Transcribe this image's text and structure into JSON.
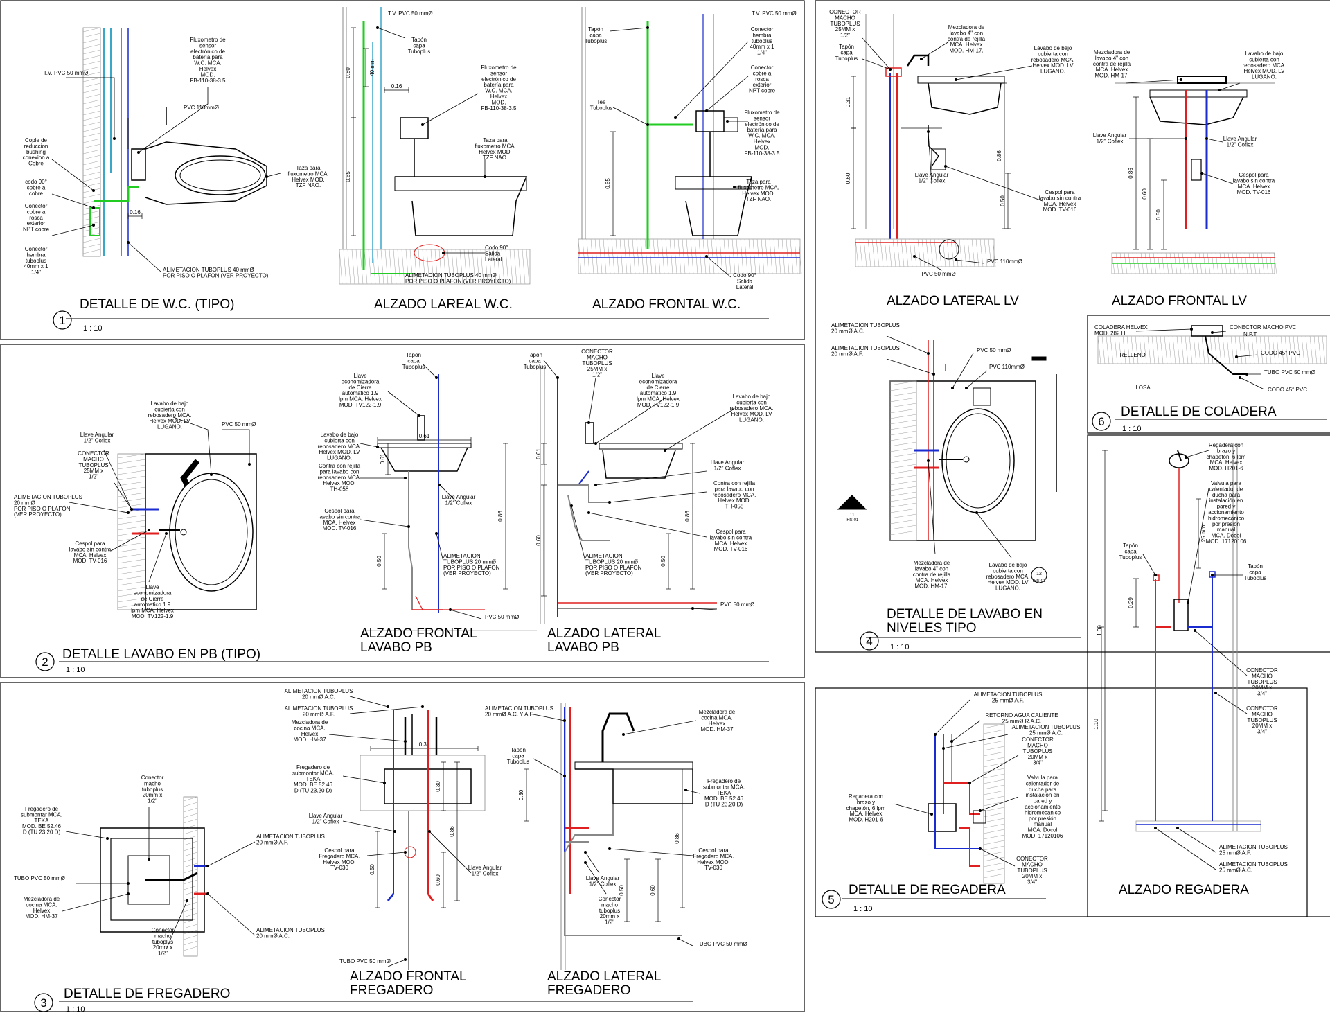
{
  "sections": [
    {
      "id": "p1",
      "num": "1",
      "scale": "1 : 10",
      "titles": [
        "DETALLE DE W.C. (TIPO)",
        "ALZADO LAREAL W.C.",
        "ALZADO FRONTAL W.C."
      ],
      "notes": [
        "T.V. PVC 50 mmØ",
        "PVC 110mmØ",
        "Fluxometro de|sensor|electrónico de|batería para|W.C. MCA.|Helvex|MOD.|FB-110-38-3.5",
        "Taza para|fluxometro MCA.|Helvex MOD.|TZF NAO.",
        "Cople de|reduccion|bushing|conexion a|Cobre",
        "codo 90°|cobre a|cobre",
        "Conector|cobre a|rosca|exterior|NPT cobre",
        "Conector|hembra|tuboplus|40mm x 1|1/4\"",
        "ALIMETACION TUBOPLUS 40 mmØ|POR PISO O PLAFON (VER PROYECTO)",
        "T.V. PVC 50 mmØ",
        "Tapón|capa|Tuboplus",
        "Fluxometro de|sensor|electrónico de|batería para|W.C. MCA.|Helvex|MOD.|FB-110-38-3.5",
        "Taza para|fluxometro MCA.|Helvex MOD.|TZF NAO.",
        "Codo 90°|Salida|Lateral",
        "ALIMETACION TUBOPLUS 40 mmØ|POR PISO O PLAFON (VER PROYECTO)",
        "Tapón|capa|Tuboplus",
        "Tee|Tuboplus",
        "T.V. PVC 50 mmØ",
        "Conector|hembra|tuboplus|40mm x 1|1/4\"",
        "Conector|cobre a|rosca|exterior|NPT cobre",
        "Fluxometro de|sensor|electrónico de|batería para|W.C. MCA.|Helvex|MOD.|FB-110-38-3.5",
        "Taza para|fluxometro MCA.|Helvex MOD.|TZF NAO.",
        "Codo 90°|Salida|Lateral"
      ],
      "dims": [
        "0.16",
        "0.16",
        "0.80",
        "0.65",
        "0.65",
        "40 mm",
        "0.16"
      ]
    },
    {
      "id": "p2",
      "num": "2",
      "scale": "1 : 10",
      "titles": [
        "DETALLE LAVABO EN PB (TIPO)",
        "ALZADO FRONTAL|LAVABO PB",
        "ALZADO LATERAL|LAVABO PB"
      ],
      "notes": [
        "Lavabo de bajo|cubierta con|rebosadero MCA.|Helvex MOD. LV|LUGANO.",
        "PVC 50 mmØ",
        "Llave Angular|1/2\" Coflex",
        "CONECTOR|MACHO|TUBOPLUS|25MM x|1/2\"",
        "ALIMETACION TUBOPLUS|20 mmØ|POR PISO O PLAFÓN|(VER PROYECTO)",
        "Cespol para|lavabo sin contra|MCA. Helvex|MOD. TV-016",
        "Llave|economizadora|de Cierre|automatico 1.9|lpm MCA. Helvex|MOD. TV122-1.9",
        "Tapón|capa|Tuboplus",
        "Llave|economizadora|de Cierre|automatico 1.9|lpm MCA. Helvex|MOD. TV122-1.9",
        "Lavabo de bajo|cubierta con|rebosadero MCA.|Helvex MOD. LV|LUGANO.",
        "Contra con rejilla|para lavabo con|rebosadero MCA.|Helvex MOD.|TH-058",
        "Cespol para|lavabo sin contra|MCA. Helvex|MOD. TV-016",
        "Llave Angular|1/2\" Coflex",
        "ALIMETACION|TUBOPLUS 20 mmØ|POR PISO O PLAFON|(VER PROYECTO)",
        "PVC 50 mmØ",
        "Tapón|capa|Tuboplus",
        "CONECTOR|MACHO|TUBOPLUS|25MM x|1/2\"",
        "Llave|economizadora|de Cierre|automatico 1.9|lpm MCA. Helvex|MOD. TV122-1.9",
        "Lavabo de bajo|cubierta con|rebosadero MCA.|Helvex MOD. LV|LUGANO.",
        "Llave Angular|1/2\" Coflex",
        "Contra con rejilla|para lavabo con|rebosadero MCA.|Helvex MOD.|TH-058",
        "Cespol para|lavabo sin contra|MCA. Helvex|MOD. TV-016",
        "ALIMETACION|TUBOPLUS 20 mmØ|POR PISO O PLAFON|(VER PROYECTO)",
        "PVC 50 mmØ"
      ],
      "dims": [
        "0.61",
        "0.86",
        "0.50",
        "0.61",
        "0.86",
        "0.60",
        "0.50"
      ]
    },
    {
      "id": "p3",
      "num": "3",
      "scale": "1 : 10",
      "titles": [
        "DETALLE DE FREGADERO",
        "ALZADO FRONTAL|FREGADERO",
        "ALZADO LATERAL|FREGADERO"
      ],
      "notes": [
        "Conector|macho|tuboplus|20mm x|1/2\"",
        "Fregadero de|submontar MCA.|TEKA|MOD. BE 52.46|D (TU 23.20 D)",
        "ALIMETACION TUBOPLUS|20 mmØ A.F.",
        "TUBO PVC 50 mmØ",
        "Mezcladora de|cocina MCA.|Helvex|MOD. HM-37",
        "Conector|macho|tuboplus|20mm x|1/2\"",
        "ALIMETACION TUBOPLUS|20 mmØ A.C.",
        "ALIMETACION TUBOPLUS|20 mmØ A.C.",
        "ALIMETACION TUBOPLUS|20 mmØ A.F.",
        "Mezcladora de|cocina MCA.|Helvex|MOD. HM-37",
        "Fregadero de|submontar MCA.|TEKA|MOD. BE 52.46|D (TU 23.20 D)",
        "Llave Angular|1/2\" Coflex",
        "Cespol para|Fregadero MCA.|Helvex MOD.|TV-030",
        "Llave Angular|1/2\" Coflex",
        "TUBO PVC 50 mmØ",
        "ALIMETACION TUBOPLUS|20 mmØ A.C. Y A.F.",
        "Tapón|capa|Tuboplus",
        "Mezcladora de|cocina MCA.|Helvex|MOD. HM-37",
        "Fregadero de|submontar MCA.|TEKA|MOD. BE 52.46|D (TU 23.20 D)",
        "Cespol para|Fregadero MCA.|Helvex MOD.|TV-030",
        "Llave Angular|1/2\" Coflex",
        "Conector|macho|tuboplus|20mm x|1/2\"",
        "TUBO PVC 50 mmØ"
      ],
      "dims": [
        "0.30",
        "0.86",
        "0.50",
        "0.60",
        "0.30",
        "0.86",
        "0.50",
        "0.60"
      ]
    },
    {
      "id": "p4a",
      "num": "",
      "titles": [
        "ALZADO LATERAL LV",
        "ALZADO FRONTAL LV"
      ],
      "notes": [
        "CONECTOR|MACHO|TUBOPLUS|25MM x|1/2\"",
        "Tapón|capa|Tuboplus",
        "Mezcladora de|lavabo 4\" con|contra de rejilla|MCA. Helvex|MOD. HM-17.",
        "Lavabo de bajo|cubierta con|rebosadero MCA.|Helvex MOD. LV|LUGANO.",
        "Llave Angular|1/2\" Coflex",
        "Cespol para|lavabo sin contra|MCA. Helvex|MOD. TV-016",
        "PVC 110mmØ",
        "PVC 50 mmØ",
        "Mezcladora de|lavabo 4\" con|contra de rejilla|MCA. Helvex|MOD. HM-17.",
        "Lavabo de bajo|cubierta con|rebosadero MCA.|Helvex MOD. LV|LUGANO.",
        "Llave Angular|1/2\" Coflex",
        "Llave Angular|1/2\" Coflex",
        "Cespol para|lavabo sin contra|MCA. Helvex|MOD. TV-016"
      ],
      "dims": [
        "0.31",
        "0.60",
        "0.86",
        "0.50",
        "0.86",
        "0.60",
        "0.50"
      ]
    },
    {
      "id": "p6",
      "num": "6",
      "scale": "1 : 10",
      "titles": [
        "DETALLE DE COLADERA"
      ],
      "notes": [
        "COLADERA HELVEX|MOD. 282 H",
        "CONECTOR MACHO PVC",
        "N.P.T.",
        "RELLENO",
        "CODO 45° PVC",
        "TUBO PVC 50 mmØ",
        "LOSA",
        "CODO 45° PVC"
      ],
      "dims": []
    },
    {
      "id": "p4",
      "num": "4",
      "scale": "1 : 10",
      "titles": [
        "DETALLE DE LAVABO  EN|NIVELES TIPO"
      ],
      "notes": [
        "ALIMETACION TUBOPLUS|20 mmØ A.C.",
        "ALIMETACION TUBOPLUS|20 mmØ A.F.",
        "PVC 50 mmØ",
        "PVC 110mmØ",
        "Mezcladora de|lavabo 4\" con|contra de rejilla|MCA. Helvex|MOD. HM-17.",
        "Lavabo de bajo|cubierta con|rebosadero MCA.|Helvex MOD. LV|LUGANO."
      ],
      "dims": [],
      "markers": [
        {
          "n": "11",
          "ref": "IHS-01"
        },
        {
          "n": "12",
          "ref": "IHS-01"
        }
      ]
    },
    {
      "id": "p5",
      "num": "5",
      "scale": "1 : 10",
      "titles": [
        "DETALLE DE REGADERA",
        "ALZADO REGADERA"
      ],
      "notes": [
        "ALIMETACION TUBOPLUS|25 mmØ A.F.",
        "RETORNO AGUA CALIENTE|25 mmØ R.A.C.",
        "ALIMETACION TUBOPLUS|25 mmØ A.C.",
        "CONECTOR|MACHO|TUBOPLUS|20MM x|3/4\"",
        "Valvula para|calentador de|ducha para|instalación en|pared y|accionamiento|hidromecanico|por presión|manual|MCA. Docol|MOD. 17120106",
        "CONECTOR|MACHO|TUBOPLUS|20MM x|3/4\"",
        "Regadera con|brazo y|chapetón, 6 lpm|MCA. Helvex|MOD. H201-6",
        "Regadera con|brazo y|chapetón, 6 lpm|MCA. Helvex|MOD. H201-6",
        "Valvula para|calentador de|ducha para|instalación en|pared y|accionamiento|hidromecanico|por presión|manual|MCA. Docol|MOD. 17120106",
        "Tapón|capa|Tuboplus",
        "Tapón|capa|Tuboplus",
        "CONECTOR|MACHO|TUBOPLUS|20MM x|3/4\"",
        "CONECTOR|MACHO|TUBOPLUS|20MM x|3/4\"",
        "ALIMETACION TUBOPLUS|25 mmØ A.F.",
        "ALIMETACION TUBOPLUS|25 mmØ A.C."
      ],
      "dims": [
        "1.00",
        "25 mm",
        "0.29",
        "1.10"
      ]
    }
  ],
  "colors": {
    "line": "#000000",
    "hot": "#e02020",
    "cold": "#1a2bd0",
    "vent": "#22cc22",
    "teal": "#3aa6c8",
    "grey": "#888888",
    "hatch": "#a0a0a0"
  }
}
